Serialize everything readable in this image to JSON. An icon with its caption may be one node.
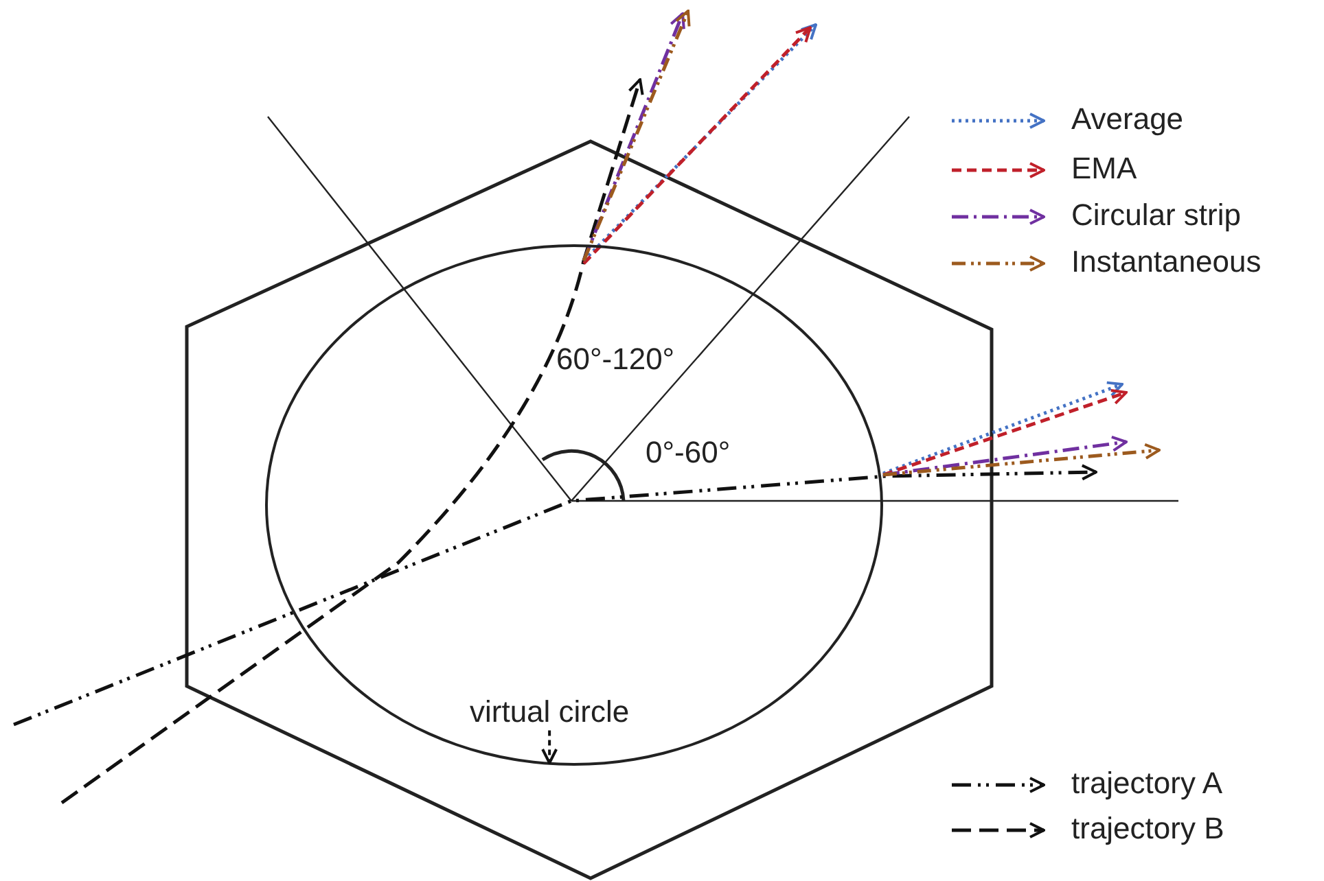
{
  "diagram": {
    "nodes": [
      {
        "text": [],
        "shape": "circle"
      },
      {
        "text": [
          "virtual circle"
        ],
        "in": 0
      }
    ],
    "edges": [
      {
        "from": 1,
        "to": 0,
        "arrow": "to",
        "style": "dashed"
      }
    ],
    "labels": [
      "60°-120°",
      "0°-60°"
    ],
    "legend": [
      {
        "text": "Average"
      },
      {
        "text": "EMA"
      },
      {
        "text": "Circular strip"
      },
      {
        "text": "Instantaneous"
      },
      {
        "text": "trajectory A"
      },
      {
        "text": "trajectory B"
      }
    ]
  }
}
